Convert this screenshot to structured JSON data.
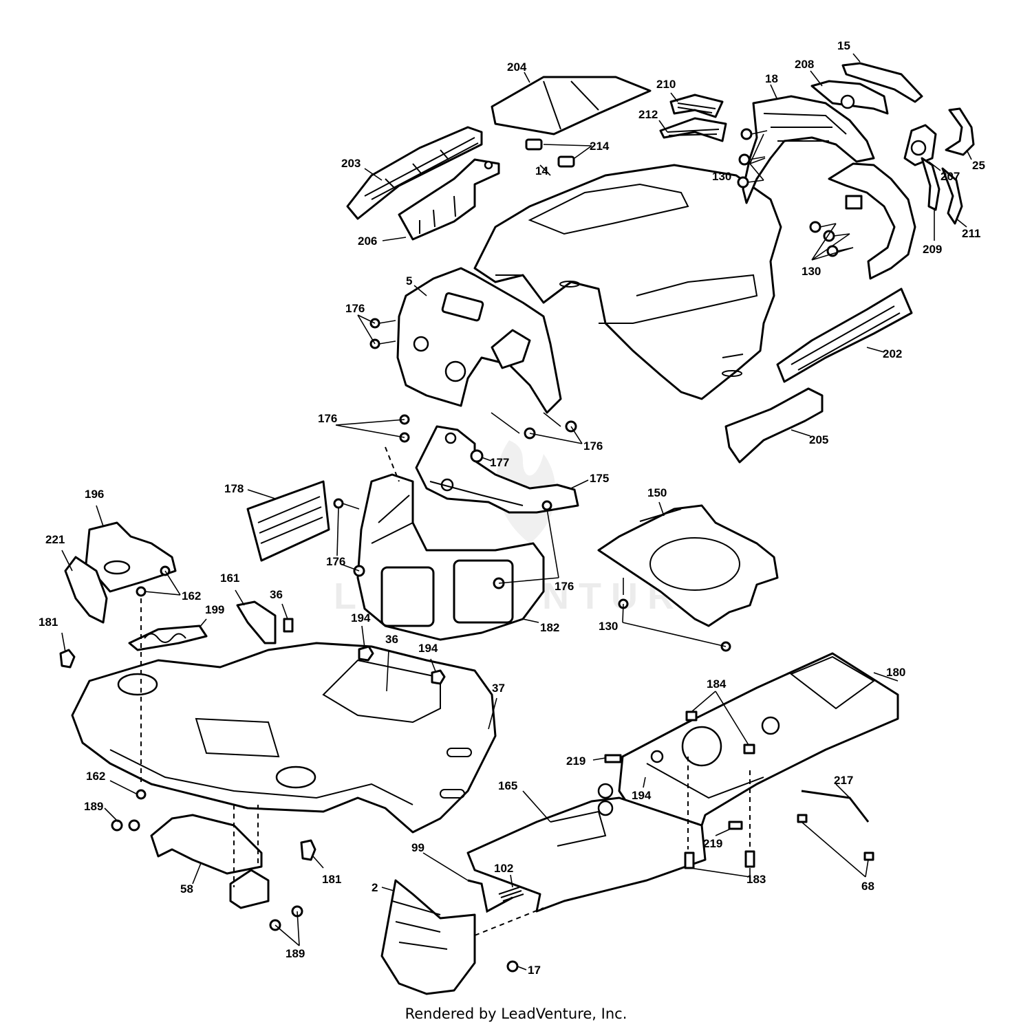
{
  "footer": "Rendered by LeadVenture, Inc.",
  "watermark": "LEADVENTURE",
  "callouts": [
    {
      "id": "c15",
      "label": "15"
    },
    {
      "id": "c204",
      "label": "204"
    },
    {
      "id": "c208",
      "label": "208"
    },
    {
      "id": "c210",
      "label": "210"
    },
    {
      "id": "c18",
      "label": "18"
    },
    {
      "id": "c212",
      "label": "212"
    },
    {
      "id": "c214",
      "label": "214"
    },
    {
      "id": "c203",
      "label": "203"
    },
    {
      "id": "c14",
      "label": "14"
    },
    {
      "id": "c130a",
      "label": "130"
    },
    {
      "id": "c207",
      "label": "207"
    },
    {
      "id": "c25",
      "label": "25"
    },
    {
      "id": "c206",
      "label": "206"
    },
    {
      "id": "c211",
      "label": "211"
    },
    {
      "id": "c209",
      "label": "209"
    },
    {
      "id": "c130b",
      "label": "130"
    },
    {
      "id": "c5",
      "label": "5"
    },
    {
      "id": "c176a",
      "label": "176"
    },
    {
      "id": "c202",
      "label": "202"
    },
    {
      "id": "c176b",
      "label": "176"
    },
    {
      "id": "c176c",
      "label": "176"
    },
    {
      "id": "c205",
      "label": "205"
    },
    {
      "id": "c177",
      "label": "177"
    },
    {
      "id": "c175",
      "label": "175"
    },
    {
      "id": "c178",
      "label": "178"
    },
    {
      "id": "c150",
      "label": "150"
    },
    {
      "id": "c196",
      "label": "196"
    },
    {
      "id": "c221",
      "label": "221"
    },
    {
      "id": "c176d",
      "label": "176"
    },
    {
      "id": "c176e",
      "label": "176"
    },
    {
      "id": "c162a",
      "label": "162"
    },
    {
      "id": "c161",
      "label": "161"
    },
    {
      "id": "c36a",
      "label": "36"
    },
    {
      "id": "c182",
      "label": "182"
    },
    {
      "id": "c130c",
      "label": "130"
    },
    {
      "id": "c199",
      "label": "199"
    },
    {
      "id": "c181a",
      "label": "181"
    },
    {
      "id": "c194a",
      "label": "194"
    },
    {
      "id": "c36b",
      "label": "36"
    },
    {
      "id": "c194b",
      "label": "194"
    },
    {
      "id": "c180",
      "label": "180"
    },
    {
      "id": "c184",
      "label": "184"
    },
    {
      "id": "c37",
      "label": "37"
    },
    {
      "id": "c219a",
      "label": "219"
    },
    {
      "id": "c162b",
      "label": "162"
    },
    {
      "id": "c165",
      "label": "165"
    },
    {
      "id": "c194c",
      "label": "194"
    },
    {
      "id": "c217",
      "label": "217"
    },
    {
      "id": "c189a",
      "label": "189"
    },
    {
      "id": "c219b",
      "label": "219"
    },
    {
      "id": "c99",
      "label": "99"
    },
    {
      "id": "c181b",
      "label": "181"
    },
    {
      "id": "c102",
      "label": "102"
    },
    {
      "id": "c183",
      "label": "183"
    },
    {
      "id": "c2",
      "label": "2"
    },
    {
      "id": "c58",
      "label": "58"
    },
    {
      "id": "c68",
      "label": "68"
    },
    {
      "id": "c189b",
      "label": "189"
    },
    {
      "id": "c17",
      "label": "17"
    }
  ]
}
